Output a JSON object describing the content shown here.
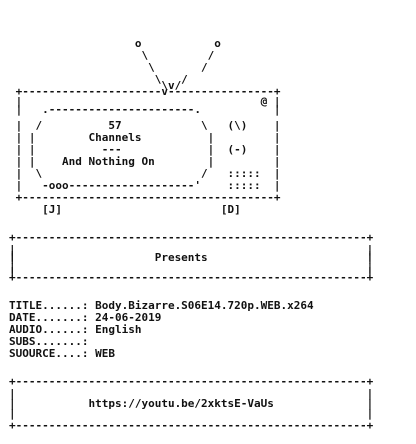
{
  "lines": [
    "                   o           o",
    "                    \\         /",
    "                     \\       /",
    "                      \\   /",
    "                       \\v/",
    " +---------------------v----------------+",
    " |                                    @ |",
    " |   .----------------------.           |",
    " |  /          57            \\   (\\)    |",
    " | |        Channels          |         |",
    " | |          ---             |  (-)    |",
    " | |    And Nothing On        |         |",
    " |  \\                        /   :::::  |",
    " |   -ooo-------------------'    :::::  |",
    " +--------------------------------------+",
    "     [J]                        [D]",
    "",
    "",
    "+-----------------------------------------------------+",
    "|                                                     |",
    "|                                                     |",
    "|                     Presents                        |",
    "|                                                     |",
    "|                                                     |",
    "+-----------------------------------------------------+",
    "",
    "TITLE......: Body.Bizarre.S06E14.720p.WEB.x264",
    "DATE.......: 24-06-2019",
    "AUDIO......: English",
    "SUBS.......:",
    "SUOURCE....: WEB",
    "",
    "+-----------------------------------------------------+",
    "|                                                     |",
    "|           https://youtu.be/2xktsE-VaUs              |",
    "|                                                     |",
    "+-----------------------------------------------------+"
  ]
}
